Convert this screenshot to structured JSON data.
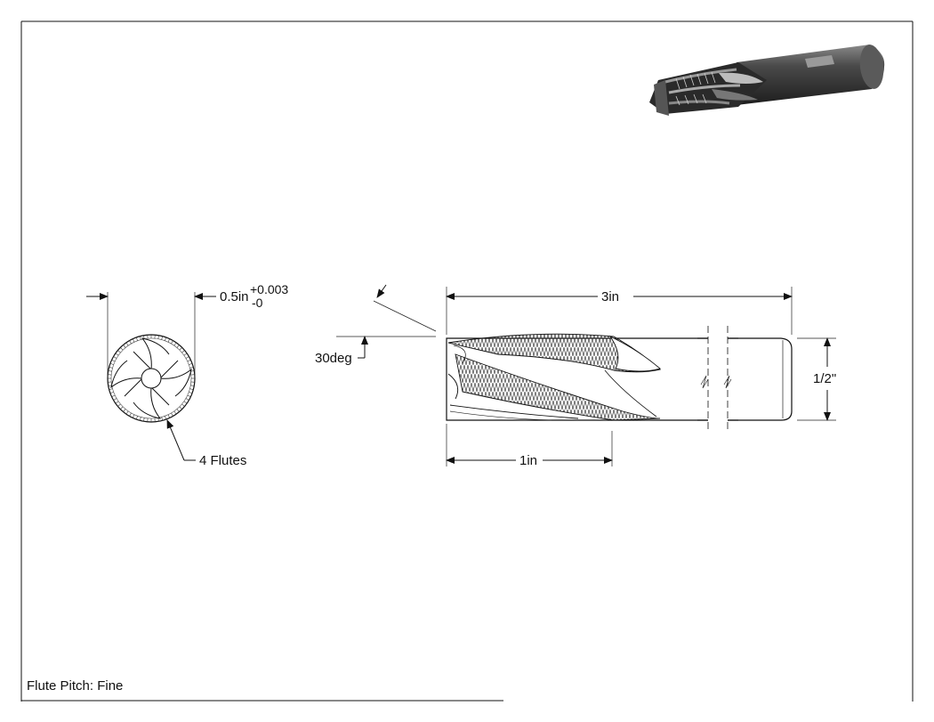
{
  "drawing": {
    "footer_note": "Flute Pitch: Fine",
    "colors": {
      "line": "#111111",
      "body_dark": "#3a3a3a",
      "body_mid": "#6a6a6a",
      "paper": "#ffffff"
    }
  },
  "end_view": {
    "diameter_label": "0.5in",
    "tolerance_upper": "+0.003",
    "tolerance_lower": "-0",
    "flutes_label": "4 Flutes"
  },
  "side_view": {
    "overall_length_label": "3in",
    "flute_length_label": "1in",
    "angle_label": "30deg",
    "shank_diameter_label": "1/2\""
  }
}
